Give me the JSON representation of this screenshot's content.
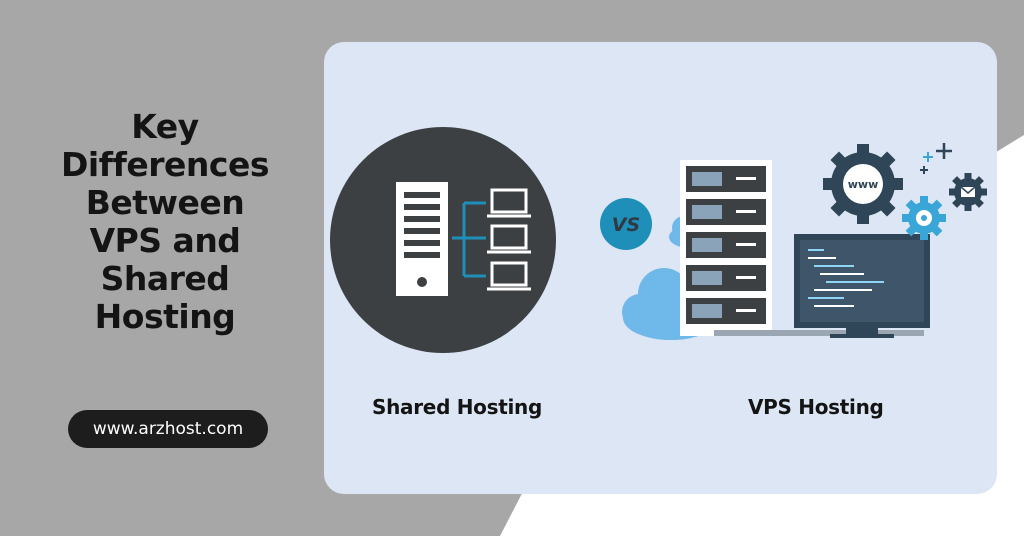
{
  "headline": {
    "lines": [
      "Key",
      "Differences",
      "Between",
      "VPS and",
      "Shared",
      "Hosting"
    ]
  },
  "website": "www.arzhost.com",
  "illustration": {
    "vs_label": "VS",
    "www_label": "www",
    "shared_caption": "Shared Hosting",
    "vps_caption": "VPS Hosting",
    "icons": [
      "server-tower-icon",
      "laptop-icon",
      "cloud-icon",
      "server-rack-icon",
      "monitor-code-icon",
      "gear-icon",
      "mail-gear-icon",
      "plus-icon"
    ]
  },
  "colors": {
    "background_gray": "#a7a7a7",
    "background_white": "#ffffff",
    "card": "#dce6f4",
    "dark_circle": "#3d4043",
    "vs_badge": "#1d8fb8",
    "cloud": "#6fb8ea",
    "gear": "#2f4658",
    "pill": "#1d1d1d"
  }
}
